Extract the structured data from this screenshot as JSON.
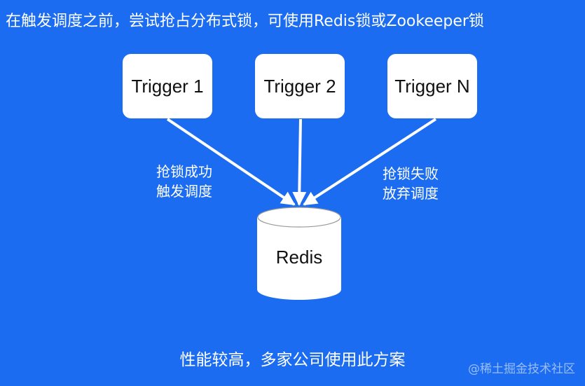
{
  "title": "在触发调度之前，尝试抢占分布式锁，可使用Redis锁或Zookeeper锁",
  "triggers": [
    "Trigger 1",
    "Trigger 2",
    "Trigger N"
  ],
  "labels": {
    "success_line1": "抢锁成功",
    "success_line2": "触发调度",
    "fail_line1": "抢锁失败",
    "fail_line2": "放弃调度"
  },
  "database": "Redis",
  "footer": "性能较高，多家公司使用此方案",
  "watermark": "@稀土掘金技术社区",
  "colors": {
    "background": "#1b6cf0",
    "node": "#ffffff",
    "arrow": "#ffffff"
  }
}
